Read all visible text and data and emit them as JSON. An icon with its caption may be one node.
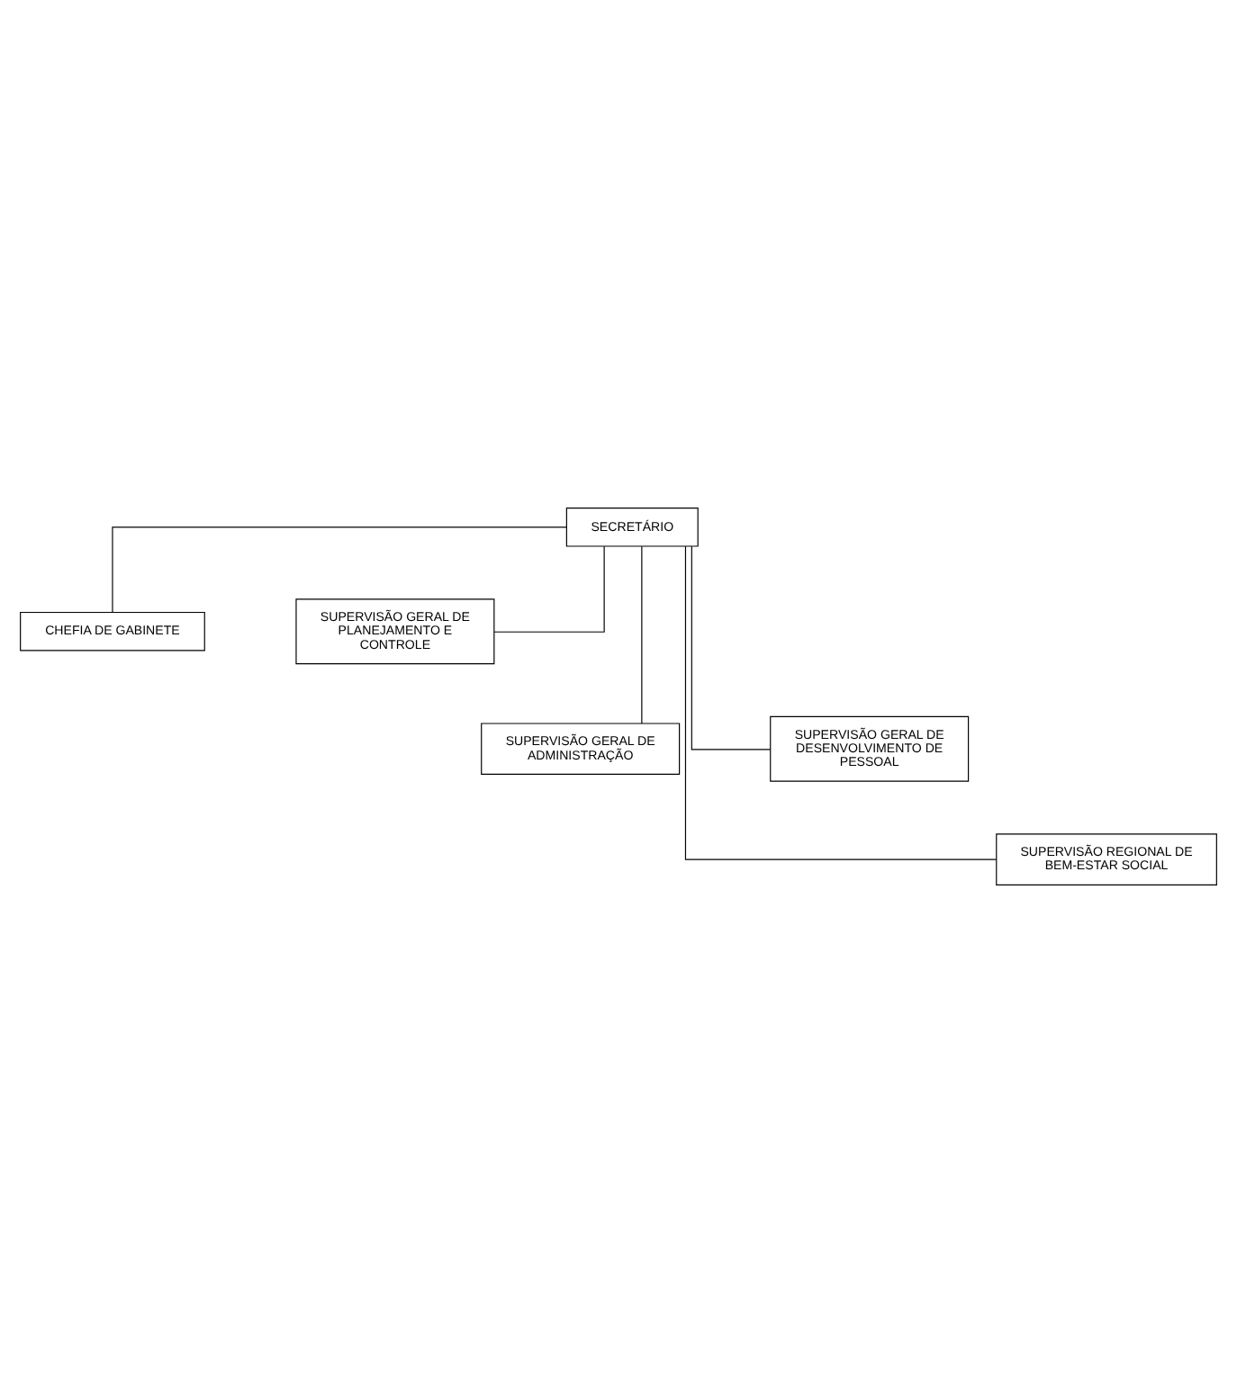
{
  "diagram": {
    "nodes": [
      {
        "text": [
          "SECRETÁRIO"
        ]
      },
      {
        "text": [
          "CHEFIA DE GABINETE"
        ]
      },
      {
        "text": [
          "SUPERVISÃO GERAL DE PLANEJAMENTO E CONTROLE"
        ]
      },
      {
        "text": [
          "SUPERVISÃO GERAL DE ADMINISTRAÇÃO"
        ]
      },
      {
        "text": [
          "SUPERVISÃO GERAL DE DESENVOLVIMENTO DE PESSOAL"
        ]
      },
      {
        "text": [
          "SUPERVISÃO REGIONAL DE BEM-ESTAR SOCIAL"
        ]
      }
    ],
    "edges": [
      {
        "from": 0,
        "to": 1,
        "arrow": "none"
      },
      {
        "from": 0,
        "to": 2,
        "arrow": "none"
      },
      {
        "from": 0,
        "to": 3,
        "arrow": "none"
      },
      {
        "from": 0,
        "to": 4,
        "arrow": "none"
      },
      {
        "from": 0,
        "to": 5,
        "arrow": "none"
      }
    ]
  }
}
